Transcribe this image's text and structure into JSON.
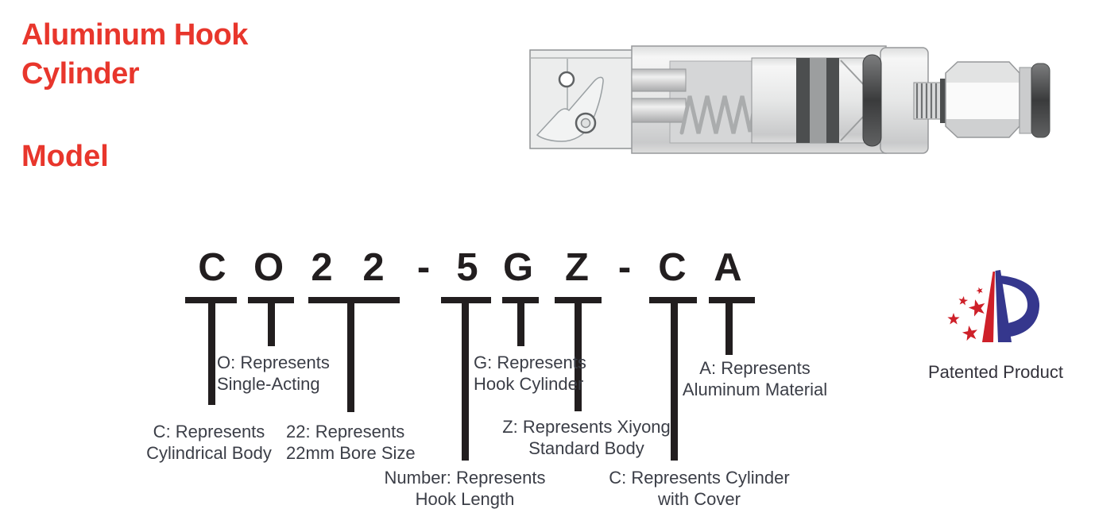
{
  "header": {
    "title_line1": "Aluminum Hook",
    "title_line2": "Cylinder",
    "model_heading": "Model",
    "accent_color": "#e8362c"
  },
  "code": {
    "full_code": "CO22-5GZ-CA",
    "chars": [
      "C",
      "O",
      "2",
      "2",
      "-",
      "5",
      "G",
      "Z",
      "-",
      "C",
      "A"
    ]
  },
  "legend": {
    "c_body": {
      "line1": "C: Represents",
      "line2": "Cylindrical Body"
    },
    "o_acting": {
      "line1": "O: Represents",
      "line2": "Single-Acting"
    },
    "bore22": {
      "line1": "22: Represents",
      "line2": "22mm Bore Size"
    },
    "number": {
      "line1": "Number: Represents",
      "line2": "Hook Length"
    },
    "g_hook": {
      "line1": "G: Represents",
      "line2": "Hook Cylinder"
    },
    "z_xiyong": {
      "line1": "Z: Represents Xiyong",
      "line2": "Standard Body"
    },
    "c_cover": {
      "line1": "C: Represents Cylinder",
      "line2": "with Cover"
    },
    "a_alum": {
      "line1": "A: Represents",
      "line2": "Aluminum Material"
    }
  },
  "patent": {
    "caption": "Patented Product",
    "logo_red": "#ce2029",
    "logo_blue": "#35378d"
  },
  "colors": {
    "diagram_line": "#221e1f",
    "label_text": "#3b3e47"
  }
}
